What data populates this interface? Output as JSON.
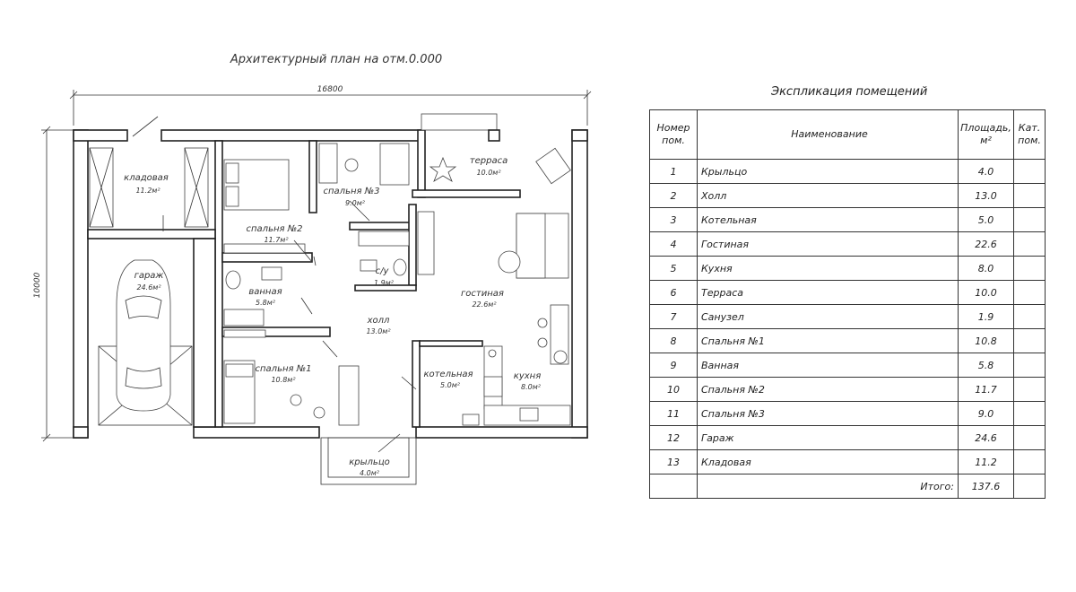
{
  "plan": {
    "title": "Архитектурный план на отм.0.000",
    "width_dim": "16800",
    "height_dim": "10000",
    "rooms": [
      {
        "id": "storage",
        "name": "кладовая",
        "area": "11.2м²"
      },
      {
        "id": "garage",
        "name": "гараж",
        "area": "24.6м²"
      },
      {
        "id": "bedroom2",
        "name": "спальня №2",
        "area": "11.7м²"
      },
      {
        "id": "bedroom3",
        "name": "спальня №3",
        "area": "9.0м²"
      },
      {
        "id": "terrace",
        "name": "терраса",
        "area": "10.0м²"
      },
      {
        "id": "bathroom",
        "name": "ванная",
        "area": "5.8м²"
      },
      {
        "id": "wc",
        "name": "с/у",
        "area": "1.9м²"
      },
      {
        "id": "living",
        "name": "гостиная",
        "area": "22.6м²"
      },
      {
        "id": "hall",
        "name": "холл",
        "area": "13.0м²"
      },
      {
        "id": "bedroom1",
        "name": "спальня №1",
        "area": "10.8м²"
      },
      {
        "id": "boiler",
        "name": "котельная",
        "area": "5.0м²"
      },
      {
        "id": "kitchen",
        "name": "кухня",
        "area": "8.0м²"
      },
      {
        "id": "porch",
        "name": "крыльцо",
        "area": "4.0м²"
      }
    ]
  },
  "schedule": {
    "title": "Экспликация помещений",
    "headers": {
      "number": [
        "Номер",
        "пом."
      ],
      "name": "Наименование",
      "area": [
        "Площадь,",
        "м²"
      ],
      "category": [
        "Кат.",
        "пом."
      ]
    },
    "rows": [
      {
        "no": "1",
        "name": "Крыльцо",
        "area": "4.0"
      },
      {
        "no": "2",
        "name": "Холл",
        "area": "13.0"
      },
      {
        "no": "3",
        "name": "Котельная",
        "area": "5.0"
      },
      {
        "no": "4",
        "name": "Гостиная",
        "area": "22.6"
      },
      {
        "no": "5",
        "name": "Кухня",
        "area": "8.0"
      },
      {
        "no": "6",
        "name": "Терраса",
        "area": "10.0"
      },
      {
        "no": "7",
        "name": "Санузел",
        "area": "1.9"
      },
      {
        "no": "8",
        "name": "Спальня №1",
        "area": "10.8"
      },
      {
        "no": "9",
        "name": "Ванная",
        "area": "5.8"
      },
      {
        "no": "10",
        "name": "Спальня №2",
        "area": "11.7"
      },
      {
        "no": "11",
        "name": "Спальня №3",
        "area": "9.0"
      },
      {
        "no": "12",
        "name": "Гараж",
        "area": "24.6"
      },
      {
        "no": "13",
        "name": "Кладовая",
        "area": "11.2"
      }
    ],
    "total_label": "Итого:",
    "total_value": "137.6"
  }
}
